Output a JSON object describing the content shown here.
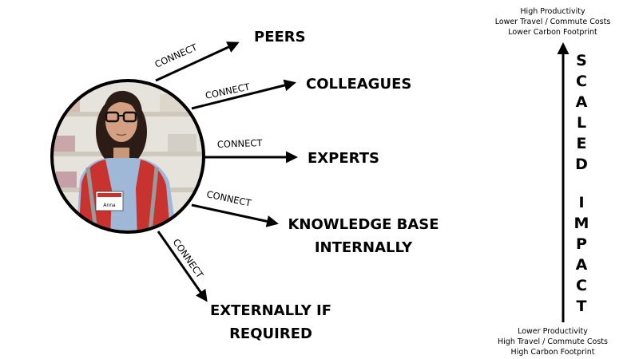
{
  "connect_label": "CONNECT",
  "person_badge": "Anna",
  "targets": [
    {
      "lines": [
        "PEERS"
      ]
    },
    {
      "lines": [
        "COLLEAGUES"
      ]
    },
    {
      "lines": [
        "EXPERTS"
      ]
    },
    {
      "lines": [
        "KNOWLEDGE BASE",
        "INTERNALLY"
      ]
    },
    {
      "lines": [
        "EXTERNALLY IF",
        "REQUIRED"
      ]
    }
  ],
  "scale": {
    "top_lines": [
      "High Productivity",
      "Lower Travel / Commute Costs",
      "Lower Carbon Footprint"
    ],
    "bottom_lines": [
      "Lower Productivity",
      "High Travel / Commute Costs",
      "High Carbon Footprint"
    ],
    "vertical_words": [
      "SCALED",
      "IMPACT"
    ]
  },
  "colors": {
    "ink": "#000000",
    "vest": "#c8332f",
    "shirt": "#9fb8d8",
    "shelf": "#d9d4cc"
  },
  "icons": [
    "person-photo",
    "arrow-icon"
  ]
}
